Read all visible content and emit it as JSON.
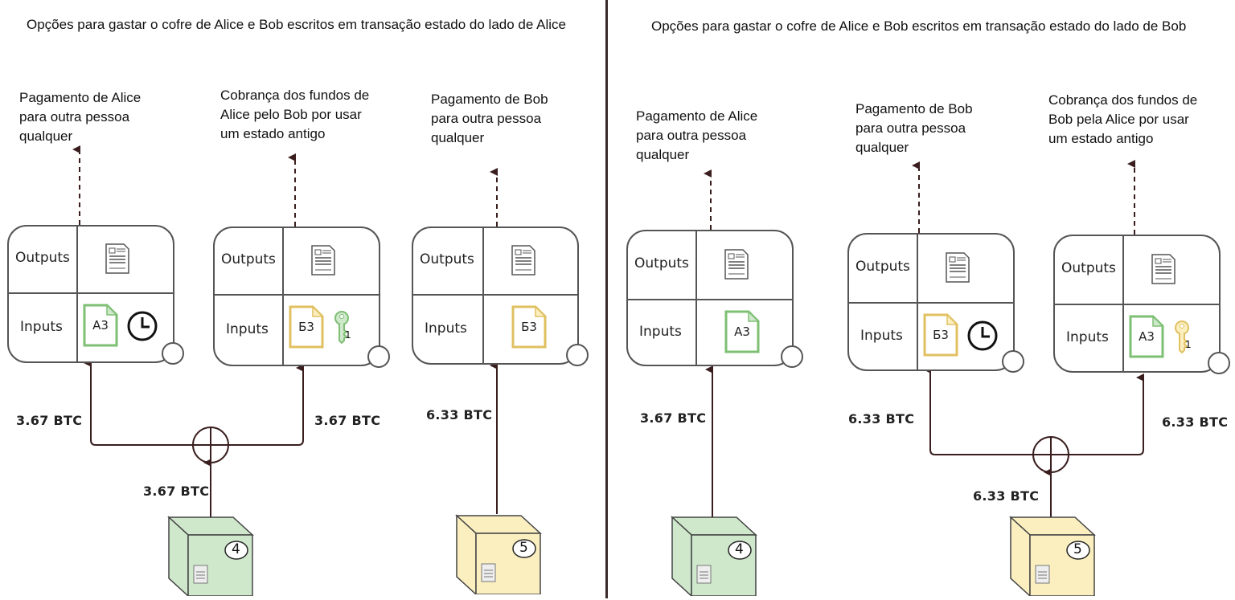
{
  "panels": [
    {
      "title": "Opções para gastar o cofre de Alice e Bob escritos em transação estado do lado de Alice",
      "options": [
        {
          "label": "Pagamento de Alice para outra pessoa qualquer"
        },
        {
          "label": "Cobrança dos fundos de Alice pelo Bob por usar um estado antigo"
        },
        {
          "label": "Pagamento de Bob para outra pessoa qualquer"
        }
      ],
      "transactions": [
        {
          "outputs_label": "Outputs",
          "inputs_label": "Inputs",
          "input_doc": "A3",
          "input_color": "green",
          "extra": "clock-icon"
        },
        {
          "outputs_label": "Outputs",
          "inputs_label": "Inputs",
          "input_doc": "Б3",
          "input_color": "yellow",
          "extra": "key-icon",
          "key_number": "1"
        },
        {
          "outputs_label": "Outputs",
          "inputs_label": "Inputs",
          "input_doc": "Б3",
          "input_color": "yellow",
          "extra": ""
        }
      ],
      "amounts": {
        "left": "3.67 BTC",
        "right": "3.67 BTC",
        "source": "3.67 BTC",
        "single": "6.33 BTC"
      },
      "boxes": [
        {
          "number": "4",
          "color": "green"
        },
        {
          "number": "5",
          "color": "yellow"
        }
      ]
    },
    {
      "title": "Opções para gastar o cofre de Alice e Bob escritos em transação estado do lado de Bob",
      "options": [
        {
          "label": "Pagamento de Alice para outra pessoa qualquer"
        },
        {
          "label": "Pagamento de Bob para outra pessoa qualquer"
        },
        {
          "label": "Cobrança dos fundos de Bob pela Alice por usar um estado antigo"
        }
      ],
      "transactions": [
        {
          "outputs_label": "Outputs",
          "inputs_label": "Inputs",
          "input_doc": "A3",
          "input_color": "green",
          "extra": ""
        },
        {
          "outputs_label": "Outputs",
          "inputs_label": "Inputs",
          "input_doc": "Б3",
          "input_color": "yellow",
          "extra": "clock-icon"
        },
        {
          "outputs_label": "Outputs",
          "inputs_label": "Inputs",
          "input_doc": "A3",
          "input_color": "green",
          "extra": "key-icon",
          "key_number": "1"
        }
      ],
      "amounts": {
        "single": "3.67 BTC",
        "left": "6.33 BTC",
        "right": "6.33 BTC",
        "source": "6.33 BTC"
      },
      "boxes": [
        {
          "number": "4",
          "color": "green"
        },
        {
          "number": "5",
          "color": "yellow"
        }
      ]
    }
  ],
  "colors": {
    "green_fill": "#cfe8cc",
    "green_stroke": "#7dbf73",
    "yellow_fill": "#fbefc0",
    "yellow_stroke": "#e0c060",
    "line": "#3a1e1e"
  }
}
